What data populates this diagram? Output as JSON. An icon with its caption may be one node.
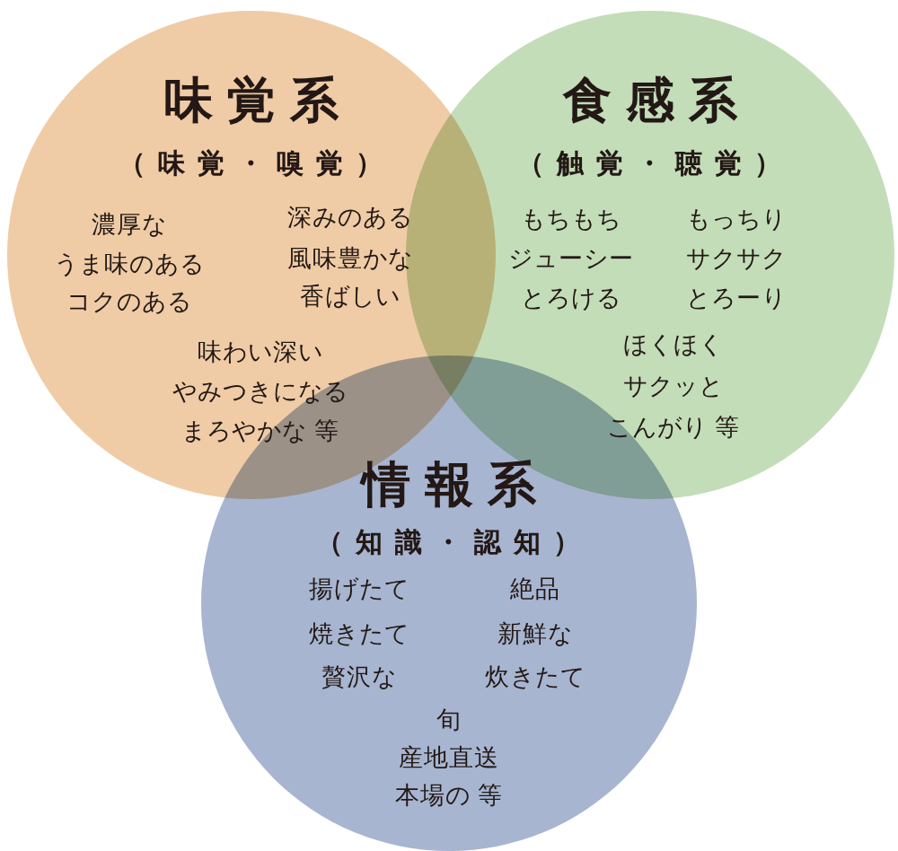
{
  "diagram": {
    "nodes": [
      {
        "text": [
          "味覚系",
          "（味覚・嗅覚）",
          "濃厚な",
          "うま味のある",
          "コクのある",
          "深みのある",
          "風味豊かな",
          "香ばしい"
        ]
      },
      {
        "text": [
          "食感系",
          "（触覚・聴覚）",
          "もちもち",
          "ジューシー",
          "とろける",
          "もっちり",
          "サクサク",
          "とろーり"
        ]
      },
      {
        "text": [
          "情報系",
          "（知識・認知）",
          "揚げたて",
          "焼きたて",
          "贅沢な",
          "絶品",
          "新鮮な",
          "炊きたて",
          "旬",
          "産地直送",
          "本場の 等"
        ]
      }
    ],
    "labels": [
      "味わい深い",
      "やみつきになる",
      "まろやかな 等",
      "ほくほく",
      "サクッと",
      "こんがり 等"
    ]
  }
}
